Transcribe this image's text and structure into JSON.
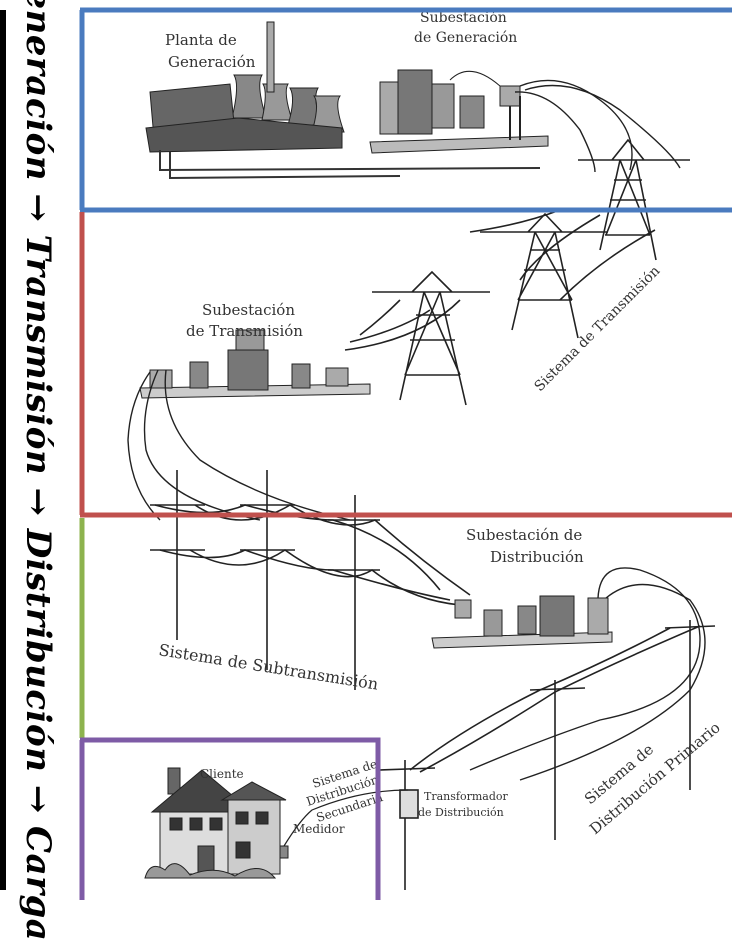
{
  "side_title": "Generación → Transmisión → Distribución → Carga",
  "sections": [
    {
      "name": "generacion",
      "color": "#4a7bbf"
    },
    {
      "name": "transmision",
      "color": "#c0504d"
    },
    {
      "name": "distribucion",
      "color": "#8db34e"
    },
    {
      "name": "carga",
      "color": "#7e5ba6"
    }
  ],
  "labels": {
    "planta_line1": "Planta de",
    "planta_line2": "Generación",
    "sub_gen_line1": "Subestación",
    "sub_gen_line2": "de Generación",
    "sub_trans_line1": "Subestación",
    "sub_trans_line2": "de Transmisión",
    "sistema_transmision": "Sistema de Transmisión",
    "sub_dist_line1": "Subestación de",
    "sub_dist_line2": "Distribución",
    "sistema_subtransmision": "Sistema de Subtransmisión",
    "sistema_primario_line1": "Sistema de",
    "sistema_primario_line2": "Distribución Primario",
    "cliente": "Cliente",
    "sistema_secundario_line1": "Sistema de",
    "sistema_secundario_line2": "Distribución",
    "sistema_secundario_line3": "Secundaria",
    "transformador_line1": "Transformador",
    "transformador_line2": "de Distribución",
    "medidor": "Medidor"
  }
}
